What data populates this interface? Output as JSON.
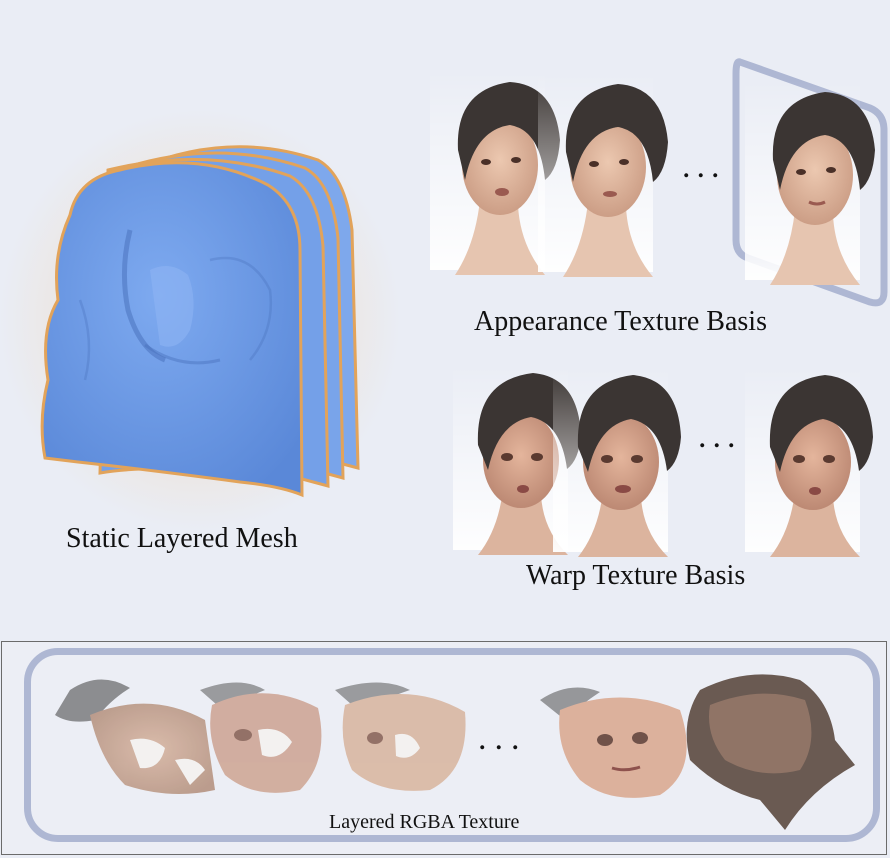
{
  "labels": {
    "mesh": "Static Layered Mesh",
    "appearance": "Appearance Texture Basis",
    "warp": "Warp Texture Basis",
    "rgba": "Layered RGBA Texture"
  },
  "ellipsis": "...",
  "colors": {
    "background": "#eaedf5",
    "mesh_fill": "#6f9ee8",
    "mesh_outline": "#e2a35a",
    "frame": "#aeb7d3",
    "hair": "#3b3533",
    "skin": "#dfb9a0",
    "warp_skin": "#d5a992",
    "panel_border": "#6b6b6b"
  }
}
